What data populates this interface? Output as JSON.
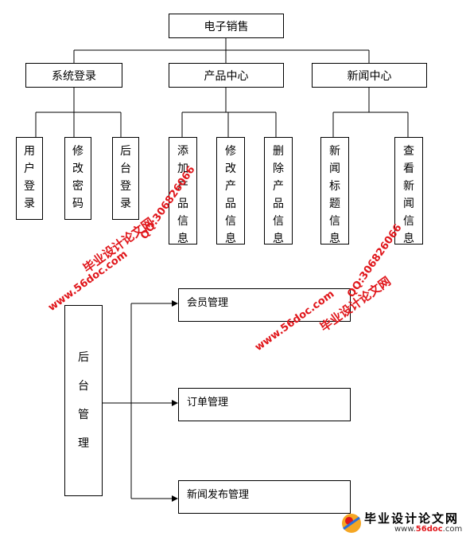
{
  "root": {
    "label": "电子销售"
  },
  "level1": [
    {
      "label": "系统登录"
    },
    {
      "label": "产品中心"
    },
    {
      "label": "新闻中心"
    }
  ],
  "leaves": [
    {
      "label": "用户登录"
    },
    {
      "label": "修改密码"
    },
    {
      "label": "后台登录"
    },
    {
      "label": "添加产品信息"
    },
    {
      "label": "修改产品信息"
    },
    {
      "label": "删除产品信息"
    },
    {
      "label": "新闻标题信息"
    },
    {
      "label": "查看新闻信息"
    }
  ],
  "admin": {
    "label": "后台管理",
    "items": [
      {
        "label": "会员管理"
      },
      {
        "label": "订单管理"
      },
      {
        "label": "新闻发布管理"
      }
    ]
  },
  "watermarks": {
    "site_cn": "毕业设计论文网",
    "qq": "QQ:306826066",
    "url": "www.56doc.com"
  },
  "logo": {
    "title": "毕业设计论文网",
    "url_prefix": "www.",
    "url_brand": "56doc",
    "url_suffix": ".com"
  }
}
